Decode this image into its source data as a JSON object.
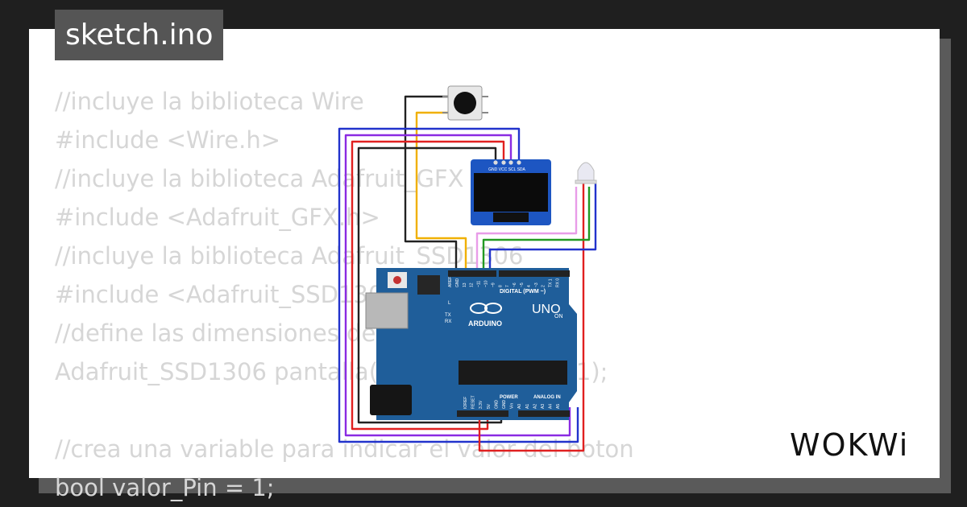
{
  "tab": {
    "filename": "sketch.ino"
  },
  "code_lines": [
    "//incluye la biblioteca Wire",
    "#include <Wire.h>",
    "//incluye la biblioteca Adafruit_GFX",
    "#include <Adafruit_GFX.h>",
    "//incluye la biblioteca Adafruit_SSD1306",
    "#include <Adafruit_SSD1306.h>",
    "//define las dimensiones del display OLED",
    "Adafruit_SSD1306 pantalla(128, 64, &Wire, -1);",
    "",
    "//crea una variable para indicar el valor del boton",
    "bool valor_Pin = 1;"
  ],
  "board": {
    "brand": "ARDUINO",
    "model": "UNO",
    "digital_label": "DIGITAL (PWM ~)",
    "power_label": "POWER",
    "analog_label": "ANALOG IN",
    "on_label": "ON",
    "tx_label": "TX",
    "rx_label": "RX",
    "l_label": "L",
    "top_pins": [
      "AREF",
      "GND",
      "13",
      "12",
      "~11",
      "~10",
      "~9",
      "8",
      "7",
      "~6",
      "~5",
      "4",
      "~3",
      "2",
      "TX 1",
      "RX 0"
    ],
    "bottom_pins": [
      "IOREF",
      "RESET",
      "3.3V",
      "5V",
      "GND",
      "GND",
      "Vin",
      "A0",
      "A1",
      "A2",
      "A3",
      "A4",
      "A5"
    ]
  },
  "oled": {
    "pins": [
      "GND",
      "VCC",
      "SCL",
      "SDA"
    ]
  },
  "logo": {
    "text": "WOKWi"
  },
  "colors": {
    "board": "#1f5e9a",
    "wire_black": "#222222",
    "wire_orange": "#f0b000",
    "wire_blue": "#2233cc",
    "wire_purple": "#8a2be2",
    "wire_red": "#e02020",
    "wire_green": "#229922",
    "wire_pink": "#e89ce8"
  }
}
